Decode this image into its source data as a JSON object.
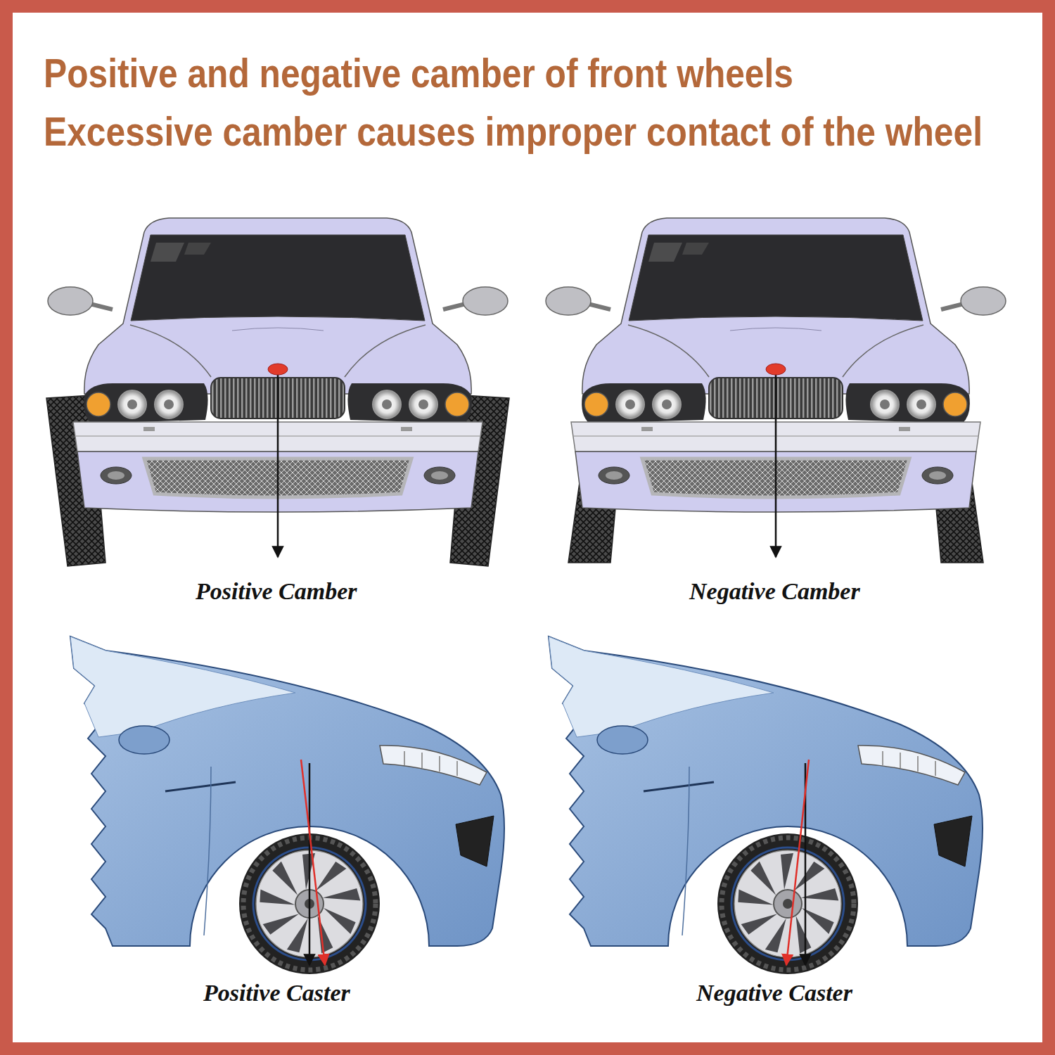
{
  "diagram": {
    "title": "Positive and negative camber of front wheels",
    "labels": [
      "Excessive camber causes improper contact of the wheel",
      "Positive Camber",
      "Negative Camber",
      "Positive Caster",
      "Negative Caster"
    ]
  }
}
